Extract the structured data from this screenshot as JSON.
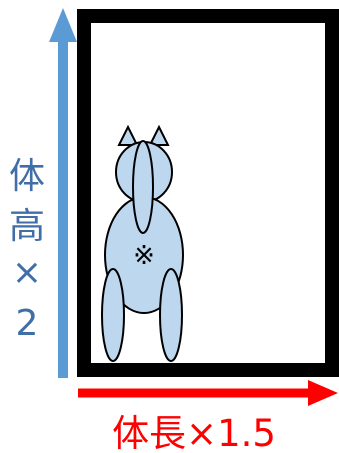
{
  "vertical_label": [
    "体",
    "高",
    "×",
    "2"
  ],
  "horizontal_label": "体長×1.5",
  "center_mark": "※",
  "colors": {
    "vertical_arrow": "#5B9BD5",
    "horizontal_arrow": "#FF0000",
    "horizontal_text": "#FF0000",
    "vertical_text": "#3F6FA6",
    "frame": "#000000",
    "animal_fill": "#BDD7EE",
    "animal_stroke": "#000000"
  },
  "icons": {
    "vertical_arrow": "arrow-up-icon",
    "horizontal_arrow": "arrow-right-icon",
    "animal": "cat-back-view-icon"
  }
}
